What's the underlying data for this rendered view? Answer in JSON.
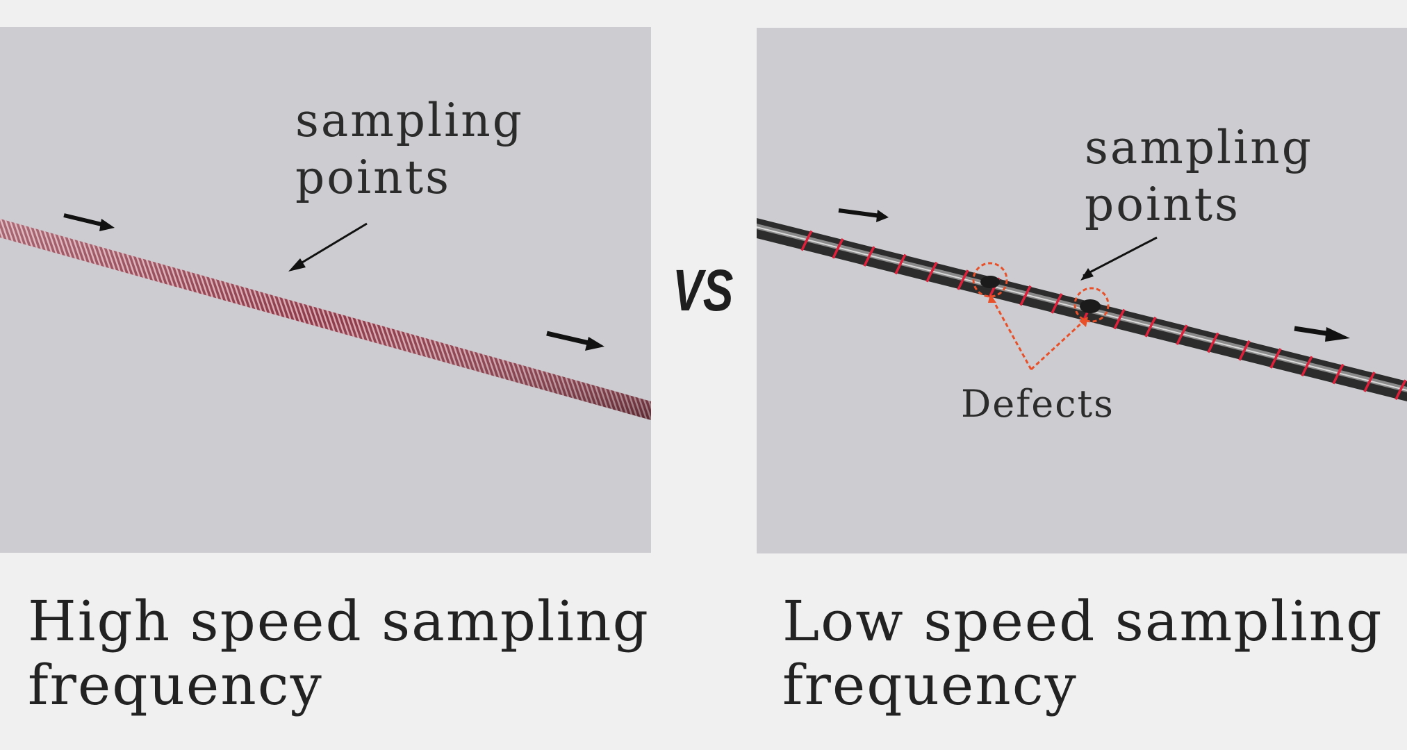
{
  "left_panel": {
    "callout_line1": "sampling",
    "callout_line2": "points",
    "caption_line1": "High speed sampling",
    "caption_line2": "frequency"
  },
  "separator": "VS",
  "right_panel": {
    "callout_line1": "sampling",
    "callout_line2": "points",
    "defects_label": "Defects",
    "caption_line1": "Low speed sampling",
    "caption_line2": "frequency"
  },
  "colors": {
    "panel_background": "#cdccd0",
    "page_background": "#f0f0f0",
    "high_speed_wire": "#8a3a48",
    "low_speed_wire": "#3a3a3a",
    "sampling_mark": "#e0203a",
    "defect_highlight": "#e8502a"
  }
}
